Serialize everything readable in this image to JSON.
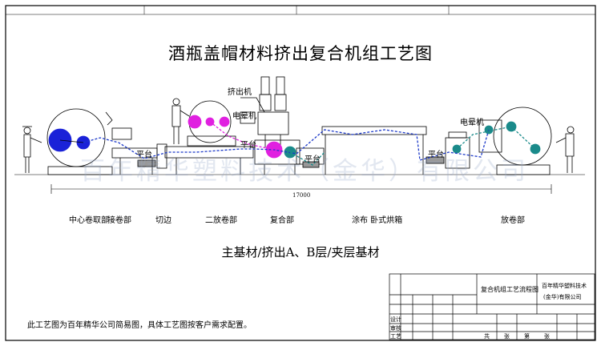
{
  "title": "酒瓶盖帽材料挤出复合机组工艺图",
  "subtitle": "主基材/挤出A、B层/夹层基材",
  "watermark": "百年精华塑料技术（金华）有限公司",
  "dimension": "17000",
  "labels": {
    "unwind_center": "中心卷取部",
    "splice": "接卷部",
    "trim": "切边",
    "unwind2": "二放卷部",
    "laminate": "复合部",
    "coat_dry": "涂布  卧式烘箱",
    "rewind": "放卷部",
    "extruder": "挤出机",
    "motor1": "电晕机",
    "motor2": "电晕机",
    "platform1": "平台",
    "platform2": "平台",
    "platform3": "平台",
    "platform4": "平台"
  },
  "note": "此工艺图为百年精华公司简易图，具体工艺图按客户需求配置。",
  "title_block": {
    "drawing_name": "复合机组工艺流程图",
    "company_line1": "百年精华塑料技术",
    "company_line2": "(金华)有限公司",
    "row_label_1": "设计",
    "row_label_2": "审核",
    "row_label_3": "工艺",
    "col_1": "共",
    "col_2": "张",
    "col_3": "第",
    "col_4": "张"
  },
  "colors": {
    "magenta": "#e020e0",
    "blue": "#1a22d8",
    "teal": "#1a8a8a",
    "web": "#1b38c8"
  }
}
